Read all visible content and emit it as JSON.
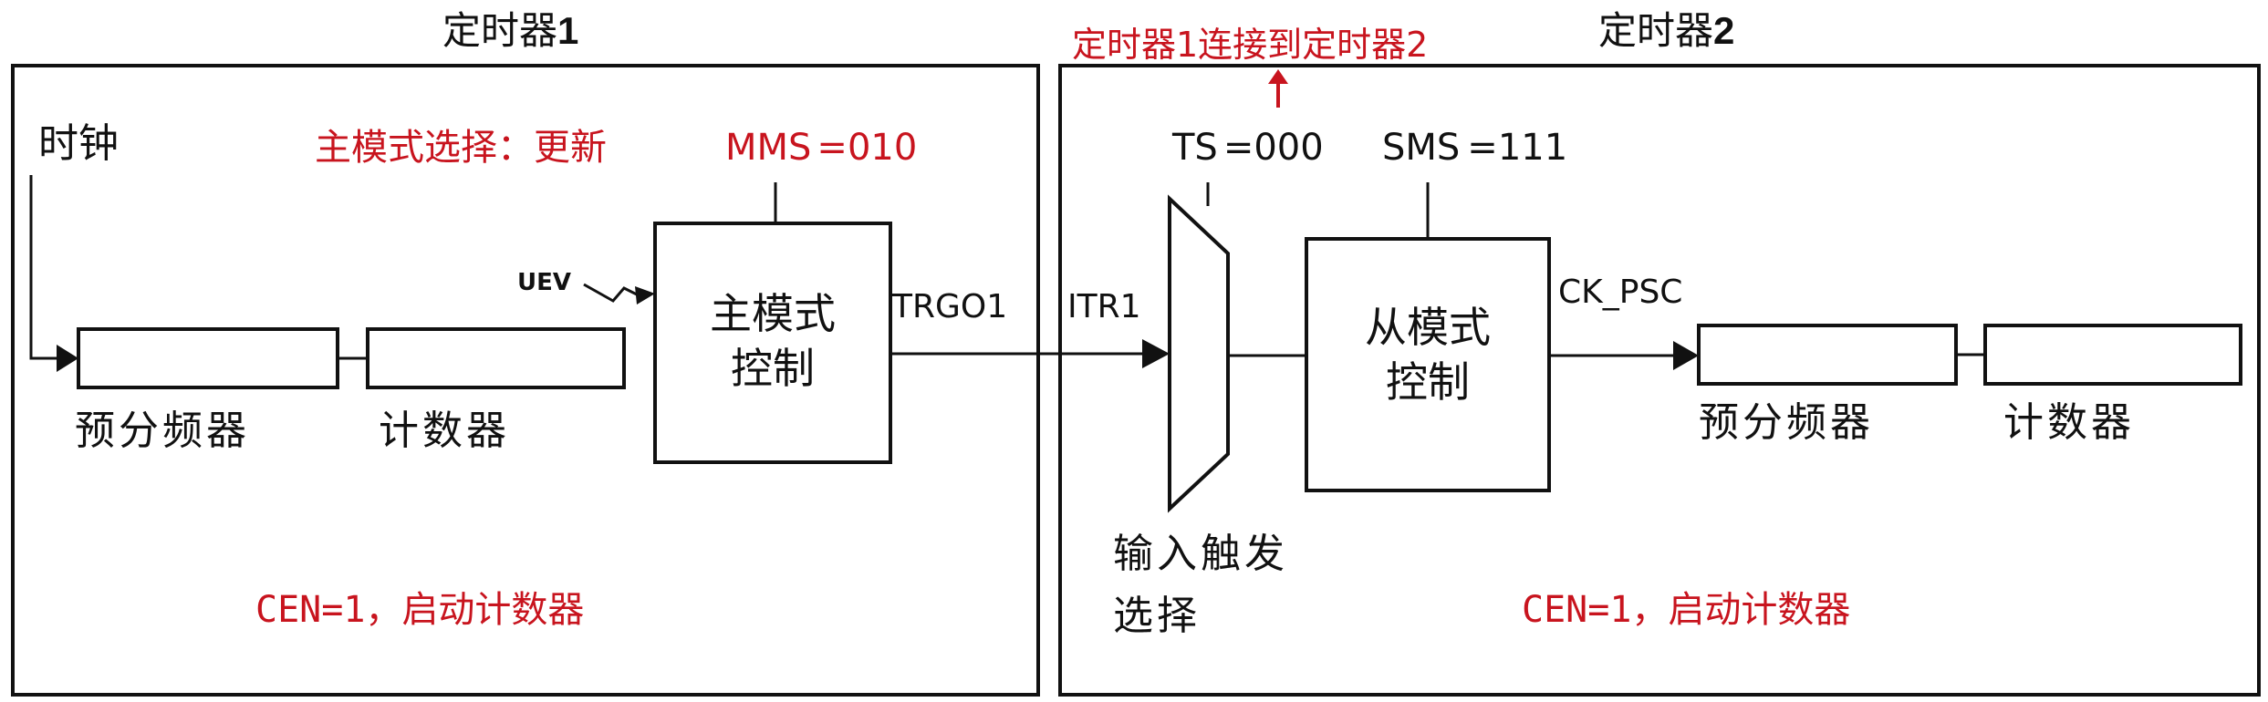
{
  "timer1": {
    "title_text": "定时器",
    "title_num": "1",
    "clock_label": "时钟",
    "mode_note": "主模式选择：更新",
    "mms_label": "MMS",
    "mms_value": "=010",
    "uev_label": "UEV",
    "master_block": {
      "line1": "主模式",
      "line2": "控制"
    },
    "prescaler_label": "预分频器",
    "counter_label": "计数器",
    "trgo_label": "TRGO1",
    "cen_note": "CEN=1，启动计数器"
  },
  "timer2": {
    "title_text": "定时器",
    "title_num": "2",
    "connection_note": "定时器1连接到定时器2",
    "itr_label": "ITR1",
    "ts_label": "TS",
    "ts_value": "=000",
    "sms_label": "SMS",
    "sms_value": "=111",
    "slave_block": {
      "line1": "从模式",
      "line2": "控制"
    },
    "ck_psc_label": "CK_PSC",
    "input_trigger": {
      "line1": "输入触发",
      "line2": "选择"
    },
    "prescaler_label": "预分频器",
    "counter_label": "计数器",
    "cen_note": "CEN=1，启动计数器"
  },
  "colors": {
    "note_red": "#c8141e",
    "line_black": "#111111"
  }
}
